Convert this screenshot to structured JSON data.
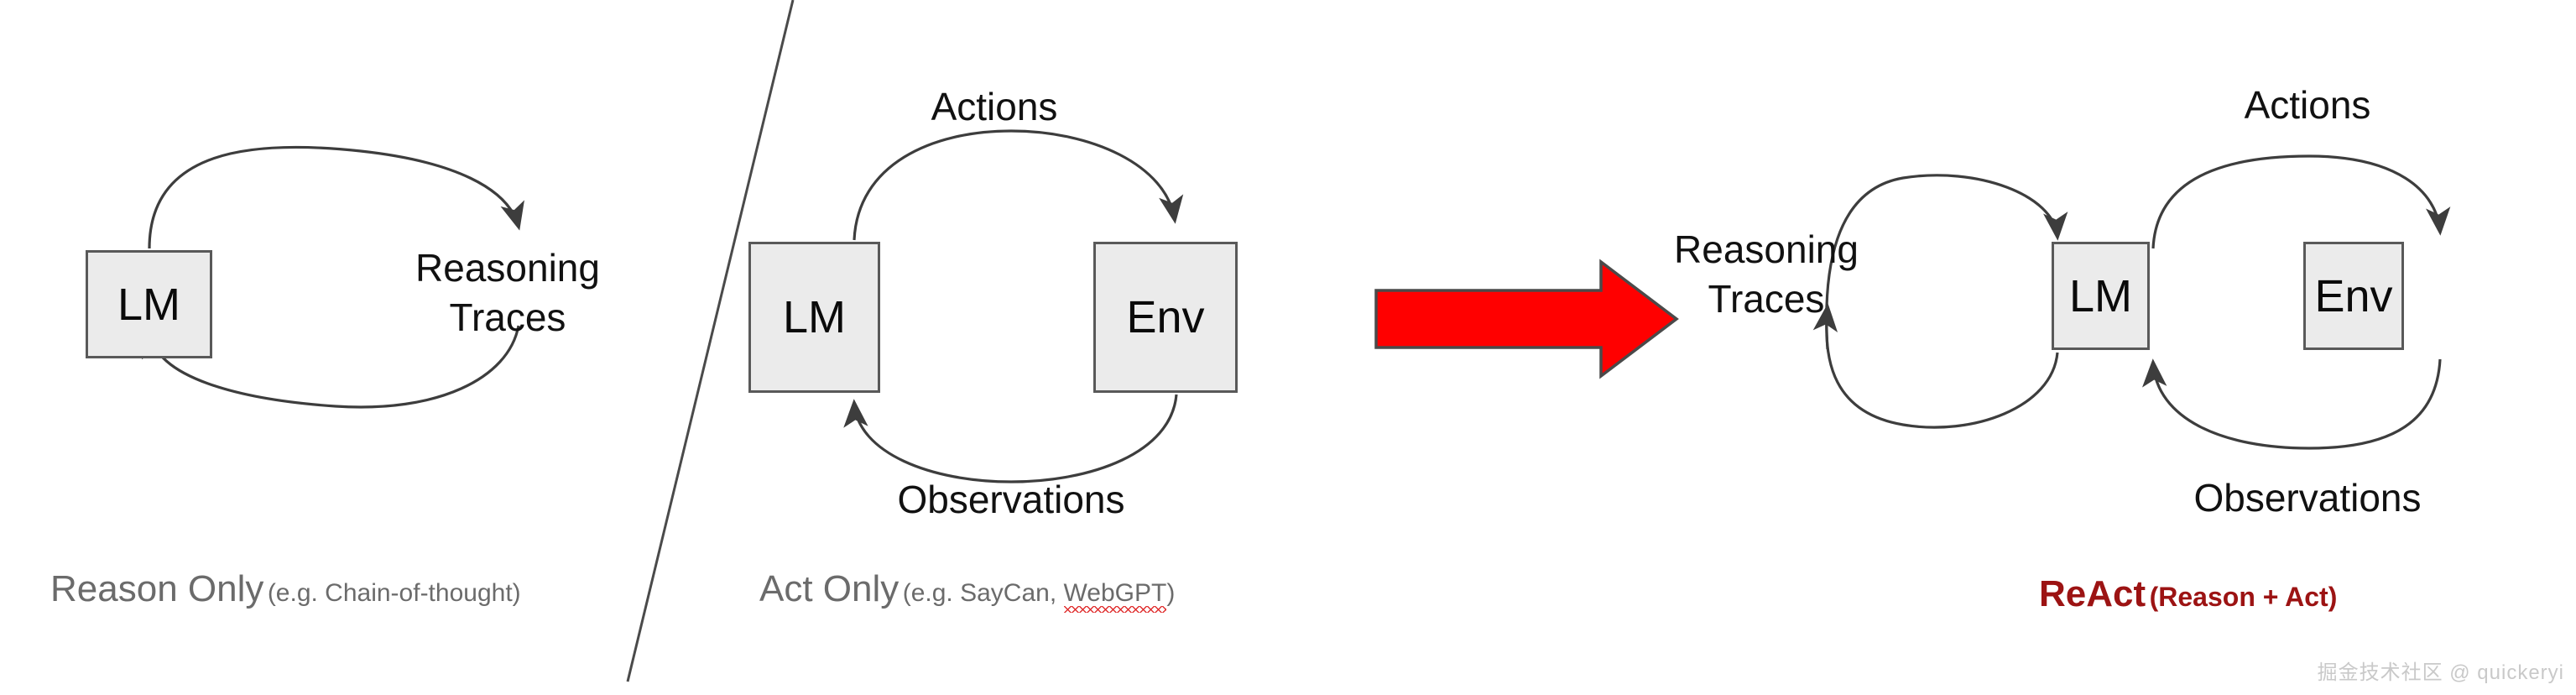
{
  "figure": {
    "background_color": "#ffffff",
    "node_fill": "#ebebeb",
    "node_border": "#595959",
    "arrow_color": "#3d3d3d",
    "divider_color": "#4a4a4a",
    "red_arrow_color": "#ff0000",
    "react_color": "#9c1313",
    "caption_color": "#6b6b6b"
  },
  "panels": [
    {
      "id": "reason-only",
      "nodes": [
        {
          "id": "lm",
          "label": "LM"
        }
      ],
      "edge_labels": [
        {
          "id": "reasoning-traces",
          "line1": "Reasoning",
          "line2": "Traces"
        }
      ],
      "caption": {
        "main": "Reason Only",
        "sub": "(e.g. Chain-of-thought)",
        "misspelled": ""
      }
    },
    {
      "id": "act-only",
      "nodes": [
        {
          "id": "lm",
          "label": "LM"
        },
        {
          "id": "env",
          "label": "Env"
        }
      ],
      "edge_labels": [
        {
          "id": "actions",
          "line1": "Actions",
          "line2": ""
        },
        {
          "id": "observations",
          "line1": "Observations",
          "line2": ""
        }
      ],
      "caption": {
        "main": "Act Only",
        "sub_prefix": "(e.g. SayCan, ",
        "misspelled": "WebGPT",
        "sub_suffix": ")"
      }
    },
    {
      "id": "react",
      "nodes": [
        {
          "id": "lm",
          "label": "LM"
        },
        {
          "id": "env",
          "label": "Env"
        }
      ],
      "edge_labels": [
        {
          "id": "reasoning-traces",
          "line1": "Reasoning",
          "line2": "Traces"
        },
        {
          "id": "actions",
          "line1": "Actions",
          "line2": ""
        },
        {
          "id": "observations",
          "line1": "Observations",
          "line2": ""
        }
      ],
      "caption": {
        "main": "ReAct",
        "sub": "(Reason + Act)"
      }
    }
  ],
  "transition_arrow": {
    "name": "red-right-arrow",
    "color": "#ff0000",
    "direction": "right"
  },
  "watermark": {
    "text": "掘金技术社区 @ quickeryi"
  }
}
